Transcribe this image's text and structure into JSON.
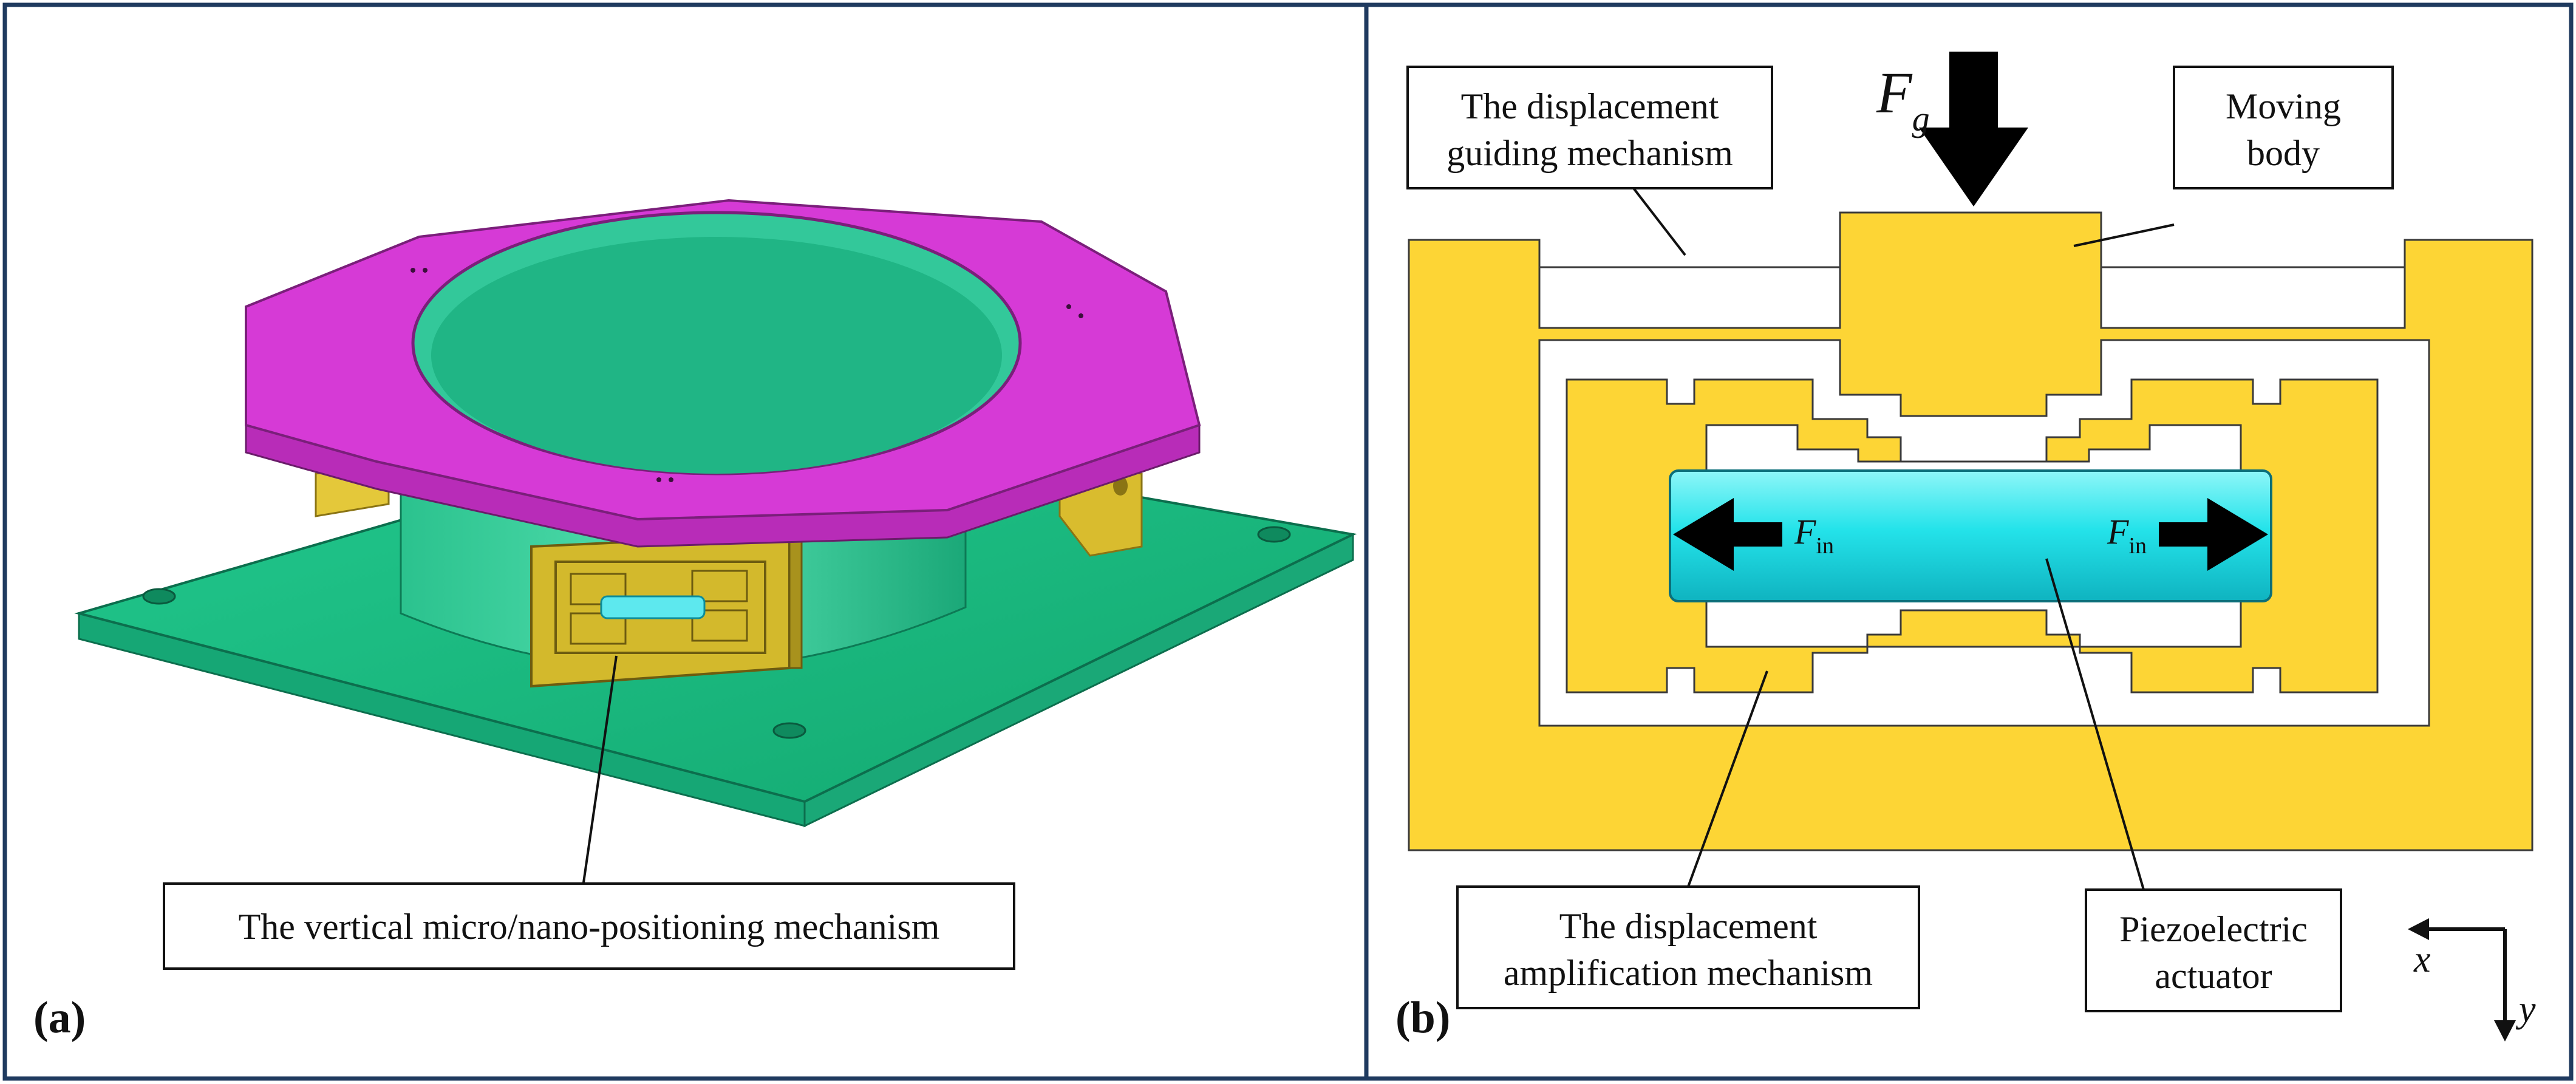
{
  "panel_a": {
    "label": "(a)",
    "callout": "The vertical micro/nano-positioning mechanism"
  },
  "panel_b": {
    "label": "(b)",
    "force_main": "F",
    "force_main_sub": "g",
    "force_in": "F",
    "force_in_sub": "in",
    "callouts": {
      "guiding_line1": "The displacement",
      "guiding_line2": "guiding mechanism",
      "moving_line1": "Moving",
      "moving_line2": "body",
      "amplification_line1": "The displacement",
      "amplification_line2": "amplification mechanism",
      "piezo_line1": "Piezoelectric",
      "piezo_line2": "actuator"
    },
    "axes": {
      "x": "x",
      "y": "y"
    }
  },
  "colors": {
    "frame_blue": "#1f3a5f",
    "flexure_yellow": "#fdd535",
    "actuator_cyan": "#1fe0e8",
    "base_green": "#1ec58a",
    "ring_magenta": "#d63ad6",
    "bracket_gold": "#d3b92c"
  }
}
